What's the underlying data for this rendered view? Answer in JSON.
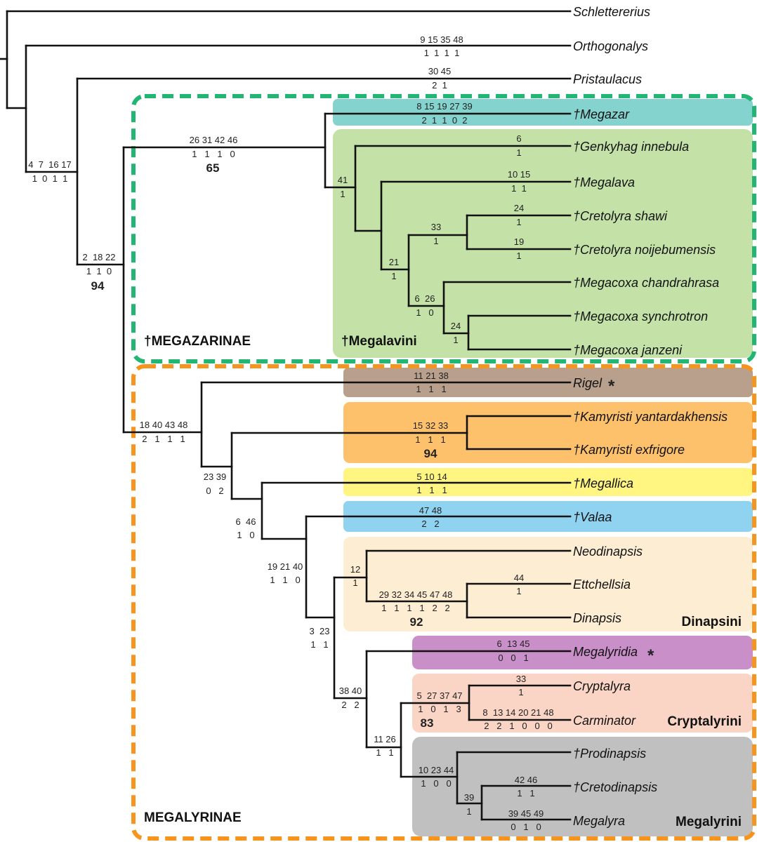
{
  "subfamilies": {
    "megazarinae": "†MEGAZARINAE",
    "megalyrinae": "MEGALYRINAE"
  },
  "tribes": {
    "megalavini": "†Megalavini",
    "dinapsini": "Dinapsini",
    "cryptalyrini": "Cryptalyrini",
    "megalyrini": "Megalyrini"
  },
  "taxa": {
    "schlettererius": "Schlettererius",
    "orthogonalys": "Orthogonalys",
    "pristaulacus": "Pristaulacus",
    "megazar": "†Megazar",
    "genkyhag": "†Genkyhag innebula",
    "megalava": "†Megalava",
    "cretolyra_shawi": "†Cretolyra shawi",
    "cretolyra_noijebumensis": "†Cretolyra noijebumensis",
    "megacoxa_chandrahrasa": "†Megacoxa chandrahrasa",
    "megacoxa_synchrotron": "†Megacoxa synchrotron",
    "megacoxa_janzeni": "†Megacoxa janzeni",
    "rigel": "Rigel",
    "kamyristi_yantardakhensis": "†Kamyristi yantardakhensis",
    "kamyristi_exfrigore": "†Kamyristi exfrigore",
    "megallica": "†Megallica",
    "valaa": "†Valaa",
    "neodinapsis": "Neodinapsis",
    "ettchellsia": "Ettchellsia",
    "dinapsis": "Dinapsis",
    "megalyridia": "Megalyridia",
    "cryptalyra": "Cryptalyra",
    "carminator": "Carminator",
    "prodinapsis": "†Prodinapsis",
    "cretodinapsis": "†Cretodinapsis",
    "megalyra": "Megalyra"
  },
  "marker": "*",
  "characters": {
    "orthogonalys": {
      "top": "9 15 35 48",
      "bottom": "1  1  1  1"
    },
    "pristaulacus": {
      "top": "30 45",
      "bottom": "2  1"
    },
    "clade_a": {
      "top": "4  7  16 17",
      "bottom": "1  0  1  1"
    },
    "clade_b": {
      "top": "2  18 22",
      "bottom": "1  1  0"
    },
    "megazarinae": {
      "top": "26 31 42 46",
      "bottom": "1   1   1   0"
    },
    "megazar": {
      "top": "8 15 19 27 39",
      "bottom": "2  1  1  0  2"
    },
    "megalavini": {
      "top": "41",
      "bottom": "1"
    },
    "genkyhag": {
      "top": "6",
      "bottom": "1"
    },
    "megalava": {
      "top": "10 15",
      "bottom": "1  1"
    },
    "node_21": {
      "top": "21",
      "bottom": "1"
    },
    "node_33": {
      "top": "33",
      "bottom": "1"
    },
    "cretolyra_shawi": {
      "top": "24",
      "bottom": "1"
    },
    "cretolyra_noij": {
      "top": "19",
      "bottom": "1"
    },
    "node_6_26": {
      "top": "6  26",
      "bottom": "1   0"
    },
    "node_24": {
      "top": "24",
      "bottom": "1"
    },
    "megalyrinae": {
      "top": "18 40 43 48",
      "bottom": "2   1   1   1"
    },
    "rigel": {
      "top": "11 21 38",
      "bottom": "1   1   1"
    },
    "node_23_39": {
      "top": "23 39",
      "bottom": "0   2"
    },
    "kamyristi": {
      "top": "15 32 33",
      "bottom": "1   1   1"
    },
    "node_6_46": {
      "top": "6  46",
      "bottom": "1   0"
    },
    "megallica": {
      "top": "5 10 14",
      "bottom": "1   1   1"
    },
    "node_19_21_40": {
      "top": "19 21 40",
      "bottom": "1   1   0"
    },
    "valaa": {
      "top": "47 48",
      "bottom": "2   2"
    },
    "node_3_23": {
      "top": "3  23",
      "bottom": "1   1"
    },
    "dinapsini": {
      "top": "12",
      "bottom": "1"
    },
    "node_29": {
      "top": "29 32 34 45 47 48",
      "bottom": "1   1   1   1   2   2"
    },
    "ettchellsia": {
      "top": "44",
      "bottom": "1"
    },
    "node_38_40": {
      "top": "38 40",
      "bottom": "2   2"
    },
    "megalyridia": {
      "top": "6  13 45",
      "bottom": "0   0   1"
    },
    "node_11_26": {
      "top": "11 26",
      "bottom": "1   1"
    },
    "cryptalyrini": {
      "top": "5  27 37 47",
      "bottom": "1   0   1   3"
    },
    "cryptalyra": {
      "top": "33",
      "bottom": "1"
    },
    "carminator": {
      "top": "8  13 14 20 21 48",
      "bottom": "2   2   1   0   0   0"
    },
    "megalyrini": {
      "top": "10 23 44",
      "bottom": "1   0   0"
    },
    "node_39": {
      "top": "39",
      "bottom": "1"
    },
    "cretodinapsis": {
      "top": "42 46",
      "bottom": "1   1"
    },
    "megalyra": {
      "top": "39 45 49",
      "bottom": "0   1   0"
    }
  },
  "support": {
    "megazarinae": "65",
    "clade_b": "94",
    "kamyristi": "94",
    "node_29": "92",
    "cryptalyrini": "83"
  },
  "colors": {
    "megazarinae_box": "#22b573",
    "megalyrinae_box": "#f7941d",
    "megazar_bg": "#84d3cf",
    "megalavini_bg": "#c4e2a8",
    "rigel_bg": "#b8a08c",
    "kamyristi_bg": "#fcc16a",
    "megallica_bg": "#fff580",
    "valaa_bg": "#8fd3f0",
    "dinapsini_bg": "#fdedd2",
    "megalyridia_bg": "#c98fc8",
    "cryptalyrini_bg": "#fad5c6",
    "megalyrini_bg": "#c0c0c0",
    "marker": "#e8202a"
  }
}
